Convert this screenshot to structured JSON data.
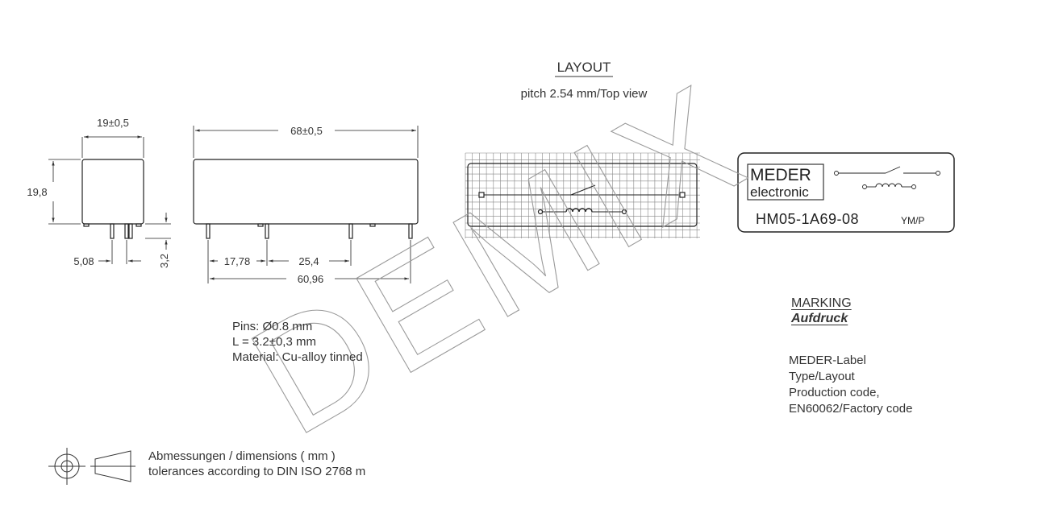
{
  "colors": {
    "line": "#222222",
    "grid": "#888888",
    "watermark": "#9a9a9a"
  },
  "watermark": "DEMIX",
  "layout_section": {
    "title": "LAYOUT",
    "subtitle": "pitch 2.54 mm/Top view"
  },
  "dimensions": {
    "side_width": "19±0,5",
    "side_height": "19,8",
    "pin_spacing": "5,08",
    "pin_length": "3,2",
    "body_length": "68±0,5",
    "pin_offset": "17,78",
    "pin_pitch": "25,4",
    "pin_total": "60,96"
  },
  "pins_info": {
    "line1": "Pins:  Ø0.8 mm",
    "line2": "L = 3.2±0,3 mm",
    "line3": "Material: Cu-alloy tinned"
  },
  "label_box": {
    "brand": "MEDER",
    "brand_sub": "electronic",
    "part": "HM05-1A69-08",
    "code": "YM/P"
  },
  "marking": {
    "title": "MARKING",
    "title_de": "Aufdruck",
    "items": [
      "MEDER-Label",
      "Type/Layout",
      "Production code,",
      "EN60062/Factory code"
    ]
  },
  "tolerance_note": {
    "line1": "Abmessungen / dimensions ( mm )",
    "line2": "tolerances according to DIN ISO 2768 m"
  },
  "icons": [
    "projection-circle-icon",
    "projection-cone-icon"
  ]
}
